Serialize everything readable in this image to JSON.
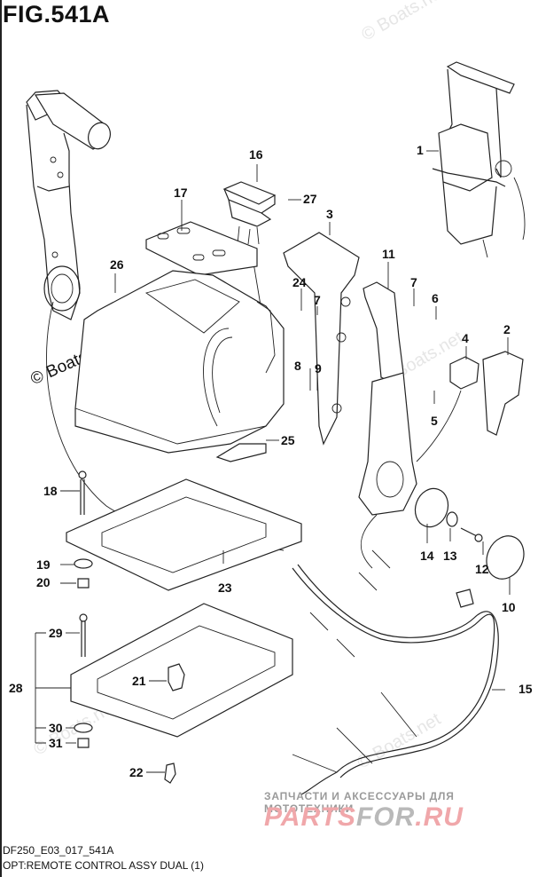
{
  "figure": {
    "title": "FIG.541A",
    "code": "DF250_E03_017_541A",
    "description": "OPT:REMOTE CONTROL ASSY DUAL (1)"
  },
  "watermarks": {
    "boats": "© Boats.net",
    "partsfor_subtitle": "ЗАПЧАСТИ И АКСЕССУАРЫ ДЛЯ МОТОТЕХНИКИ",
    "partsfor_logo_a": "PARTS",
    "partsfor_logo_b": "FOR",
    "partsfor_logo_c": ".RU"
  },
  "callouts": [
    {
      "id": "1",
      "label": "1",
      "part": "remote-control-box"
    },
    {
      "id": "2",
      "label": "2",
      "part": "cover"
    },
    {
      "id": "3",
      "label": "3",
      "part": "side-bracket"
    },
    {
      "id": "4",
      "label": "4",
      "part": "switch"
    },
    {
      "id": "5",
      "label": "5",
      "part": "screw"
    },
    {
      "id": "6",
      "label": "6",
      "part": "screw"
    },
    {
      "id": "7a",
      "label": "7",
      "part": "washer"
    },
    {
      "id": "7b",
      "label": "7",
      "part": "washer"
    },
    {
      "id": "8",
      "label": "8",
      "part": "bolt"
    },
    {
      "id": "9",
      "label": "9",
      "part": "washer"
    },
    {
      "id": "10",
      "label": "10",
      "part": "cap"
    },
    {
      "id": "11",
      "label": "11",
      "part": "bracket"
    },
    {
      "id": "12",
      "label": "12",
      "part": "screw"
    },
    {
      "id": "13",
      "label": "13",
      "part": "washer"
    },
    {
      "id": "14",
      "label": "14",
      "part": "plate"
    },
    {
      "id": "15",
      "label": "15",
      "part": "wire-harness"
    },
    {
      "id": "16",
      "label": "16",
      "part": "rocker-switch"
    },
    {
      "id": "17",
      "label": "17",
      "part": "bracket-plate"
    },
    {
      "id": "18",
      "label": "18",
      "part": "bolt"
    },
    {
      "id": "19",
      "label": "19",
      "part": "washer"
    },
    {
      "id": "20",
      "label": "20",
      "part": "nut"
    },
    {
      "id": "21",
      "label": "21",
      "part": "clip"
    },
    {
      "id": "22",
      "label": "22",
      "part": "clamp"
    },
    {
      "id": "23",
      "label": "23",
      "part": "gasket"
    },
    {
      "id": "24",
      "label": "24",
      "part": "bolt"
    },
    {
      "id": "25",
      "label": "25",
      "part": "cover"
    },
    {
      "id": "26",
      "label": "26",
      "part": "housing-cover"
    },
    {
      "id": "27",
      "label": "27",
      "part": "screw"
    },
    {
      "id": "28",
      "label": "28",
      "part": "base-assy"
    },
    {
      "id": "29",
      "label": "29",
      "part": "bolt"
    },
    {
      "id": "30",
      "label": "30",
      "part": "washer"
    },
    {
      "id": "31",
      "label": "31",
      "part": "nut"
    }
  ]
}
